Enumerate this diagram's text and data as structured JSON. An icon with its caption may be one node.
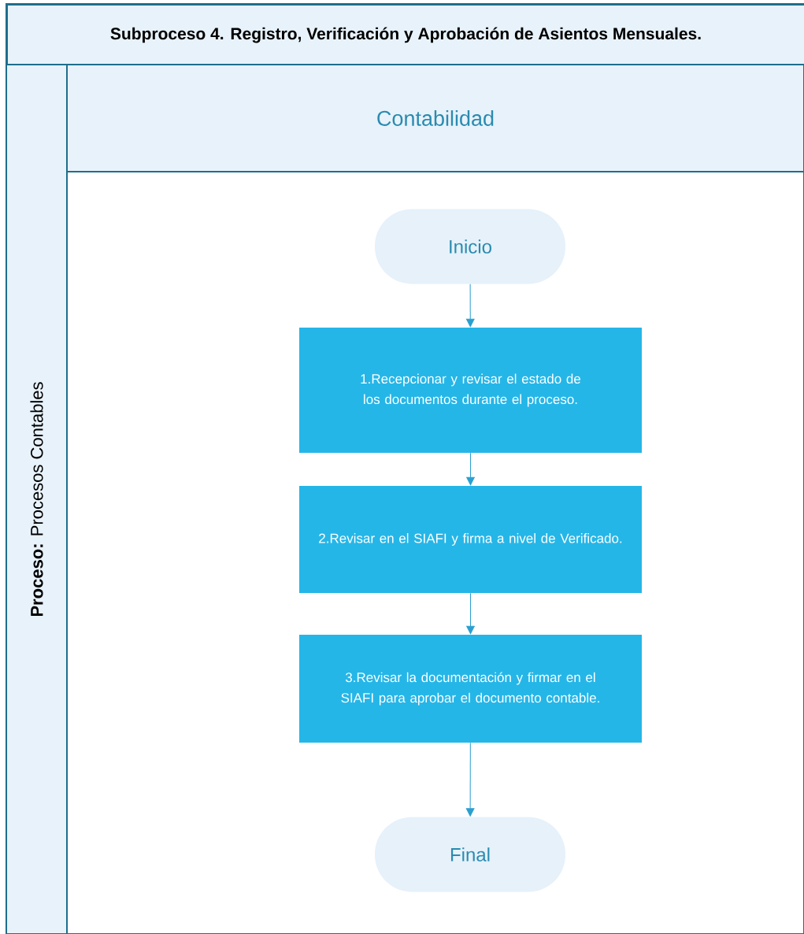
{
  "diagram": {
    "title": "Subproceso 4. Registro, Verificación y Aprobación de Asientos Mensuales.",
    "nodes": [
      {
        "text": [
          "**Proceso:** Procesos Contables"
        ]
      },
      {
        "text": [
          "Contabilidad"
        ]
      },
      {
        "text": [
          "Inicio"
        ]
      },
      {
        "text": [
          "1.Recepcionar y revisar el estado de los documentos durante el proceso."
        ]
      },
      {
        "text": [
          "2.Revisar en el  SIAFI y firma a nivel de Verificado."
        ]
      },
      {
        "text": [
          "3.Revisar la documentación y firmar en el SIAFI para aprobar el documento contable."
        ]
      },
      {
        "text": [
          "Final"
        ]
      }
    ],
    "edges": [
      {
        "from": 2,
        "to": 3,
        "arrow": "to"
      },
      {
        "from": 3,
        "to": 4,
        "arrow": "to"
      },
      {
        "from": 4,
        "to": 5,
        "arrow": "to"
      },
      {
        "from": 5,
        "to": 6,
        "arrow": "to"
      }
    ]
  }
}
